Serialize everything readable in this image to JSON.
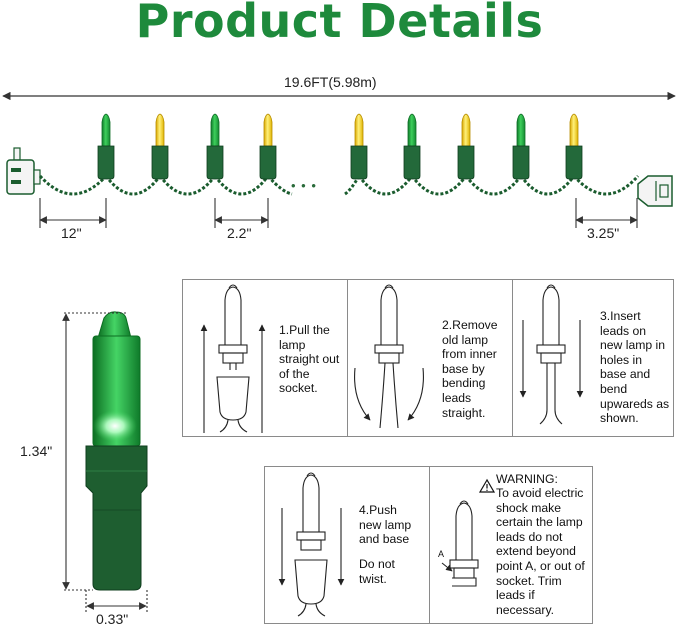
{
  "title": "Product Details",
  "colors": {
    "title": "#1e8a3c",
    "wire": "#1a5c2e",
    "socket": "#23693a",
    "bulb_green": "#2fb84a",
    "bulb_yellow": "#f2cf1e",
    "line": "#333333"
  },
  "dimensions": {
    "total_length": "19.6FT(5.98m)",
    "lead_length": "12\"",
    "bulb_spacing": "2.2\"",
    "end_length": "3.25\"",
    "bulb_height": "1.34\"",
    "bulb_width": "0.33\"",
    "ellipsis": "• • •"
  },
  "string_bulbs": [
    "green",
    "yellow",
    "green",
    "yellow",
    "yellow",
    "green",
    "yellow",
    "green",
    "yellow"
  ],
  "steps": {
    "step1": "1.Pull the lamp straight out of the socket.",
    "step2": "2.Remove old lamp from inner base by bending leads straight.",
    "step3": "3.Insert leads on new lamp in holes in base and bend upwareds as shown.",
    "step4_a": "4.Push new lamp and base",
    "step4_b": "Do not twist.",
    "warning_title": "WARNING:",
    "warning_body": "To avoid electric shock make certain the lamp leads do not extend beyond point A, or out of socket. Trim leads if necessary.",
    "point_label": "A"
  }
}
